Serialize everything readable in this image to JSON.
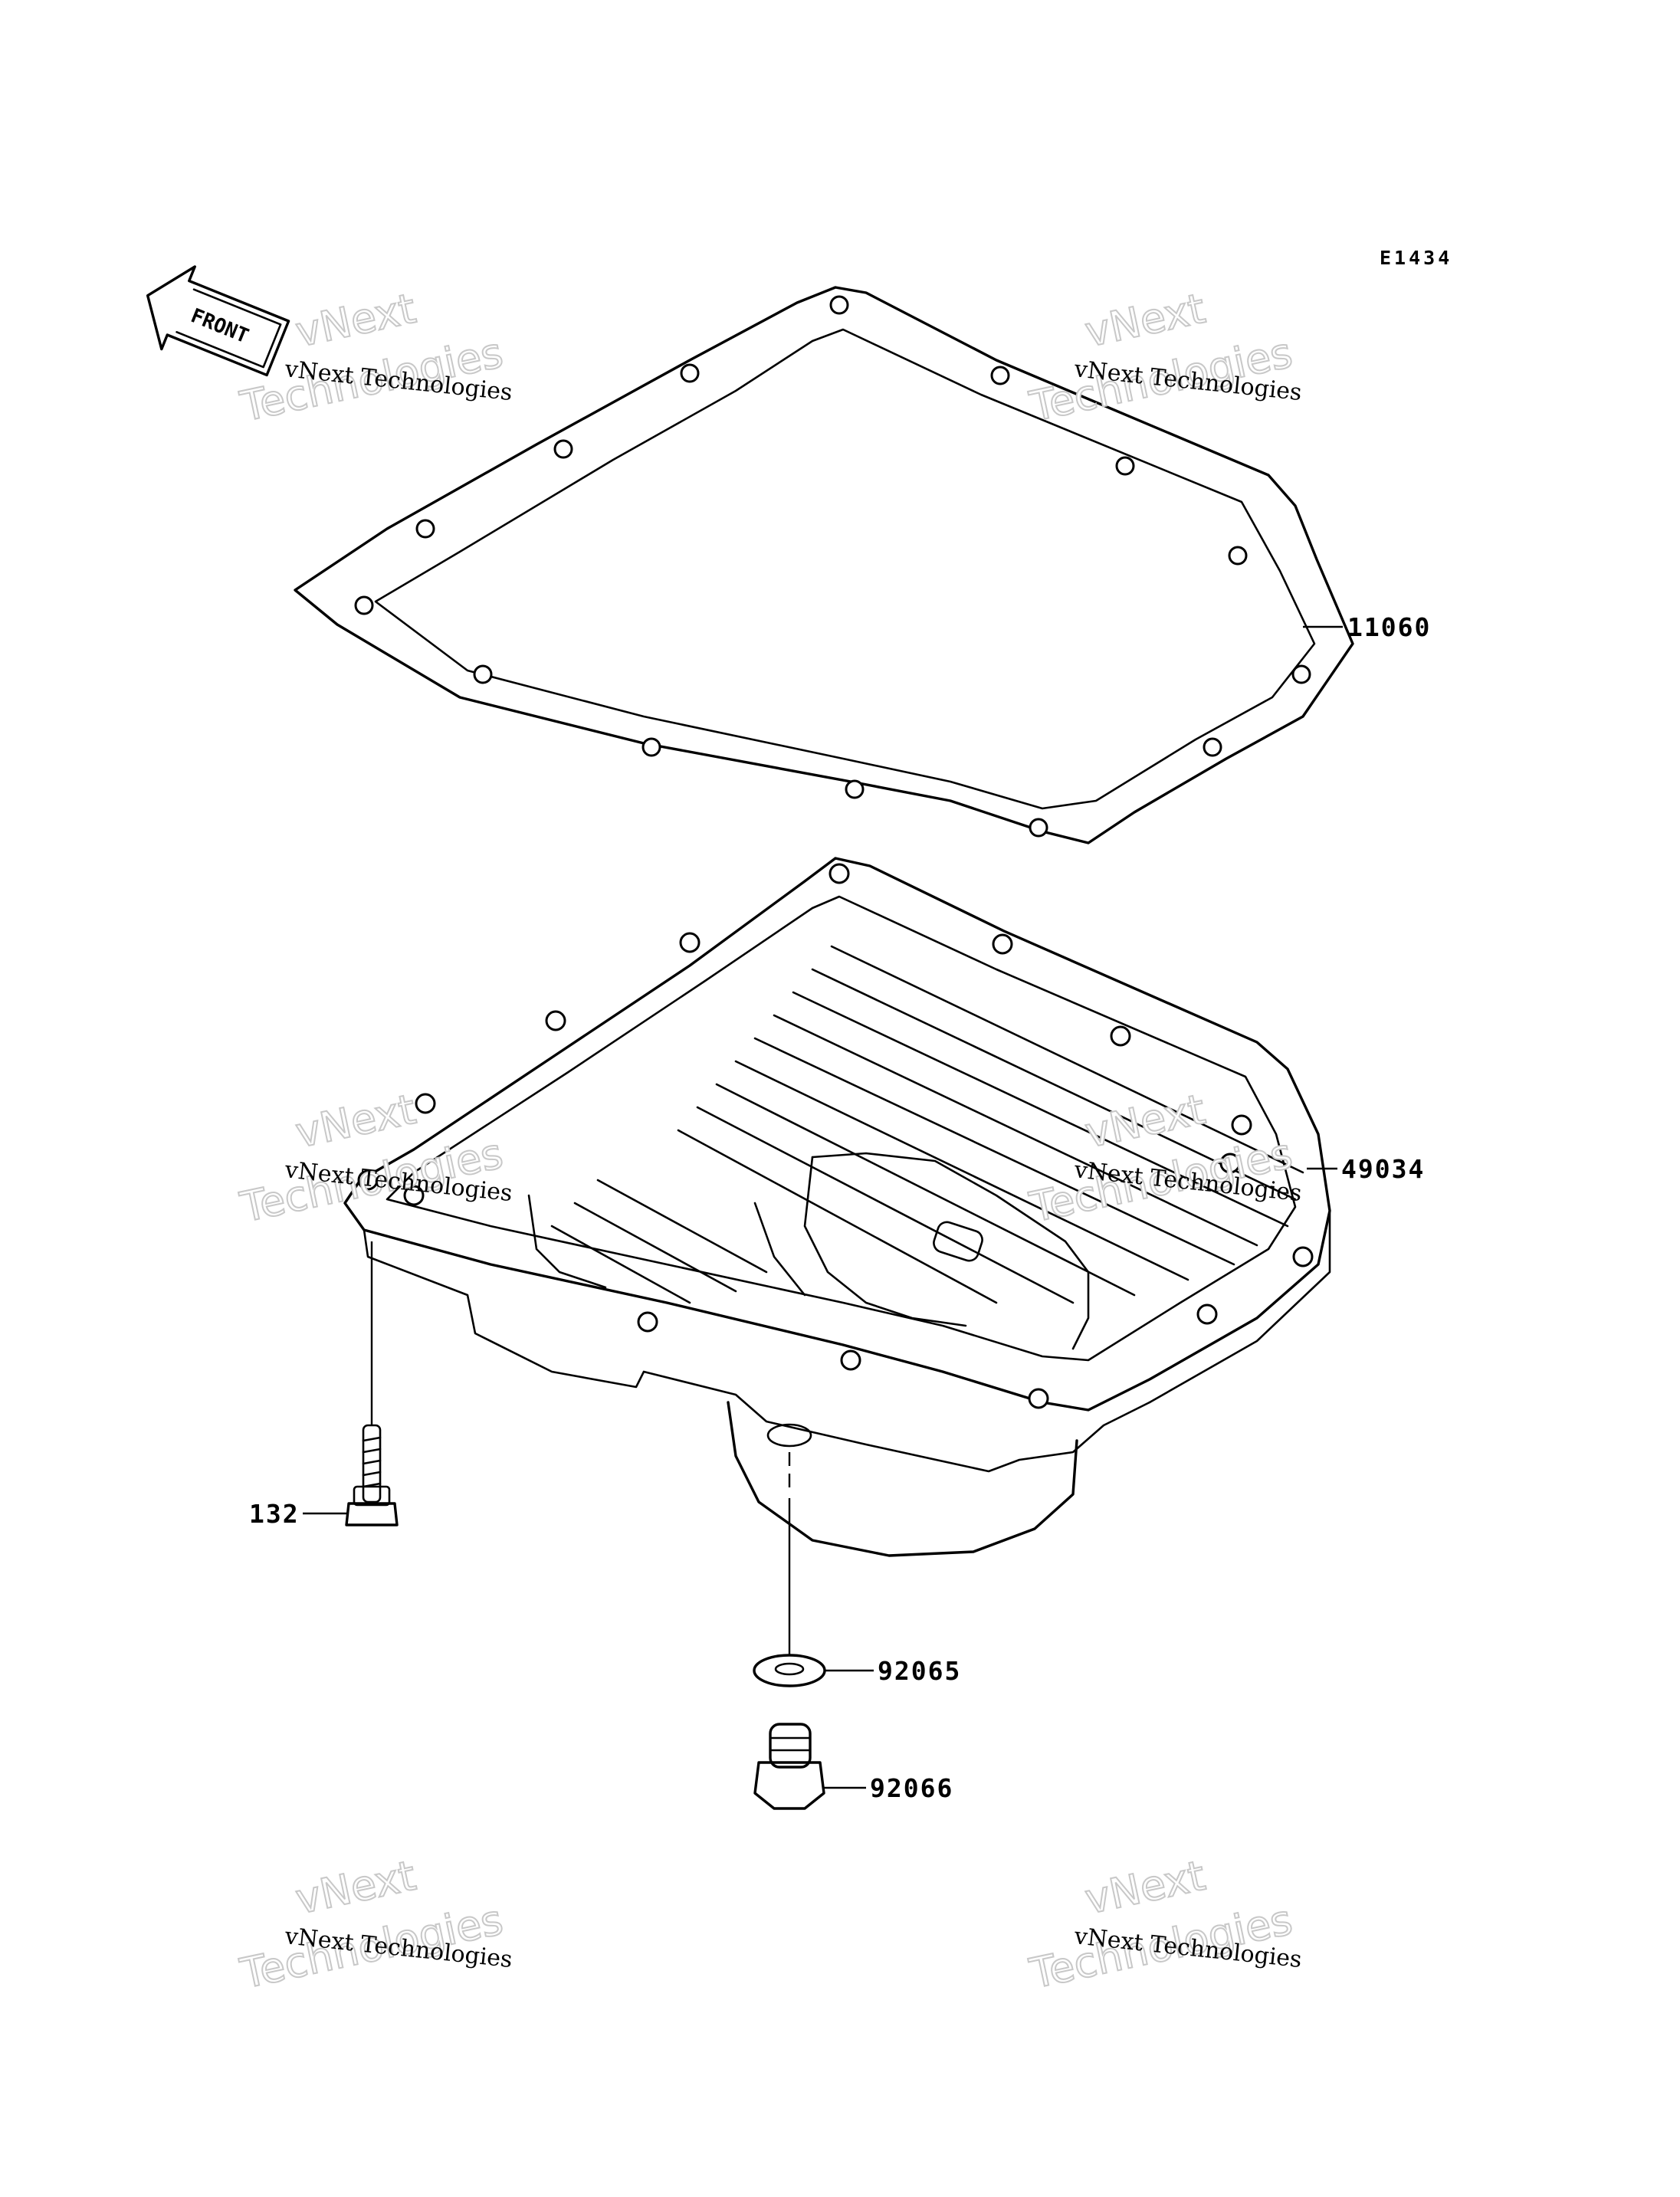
{
  "diagram": {
    "code": "E1434",
    "front_label": "FRONT",
    "parts": [
      {
        "id": "gasket",
        "number": "11060"
      },
      {
        "id": "oil-pan",
        "number": "49034"
      },
      {
        "id": "bolt",
        "number": "132"
      },
      {
        "id": "washer",
        "number": "92065"
      },
      {
        "id": "drain-plug",
        "number": "92066"
      }
    ]
  },
  "watermark": {
    "line1": "vNext",
    "line2": "Technologies",
    "small": "vNext Technologies"
  }
}
